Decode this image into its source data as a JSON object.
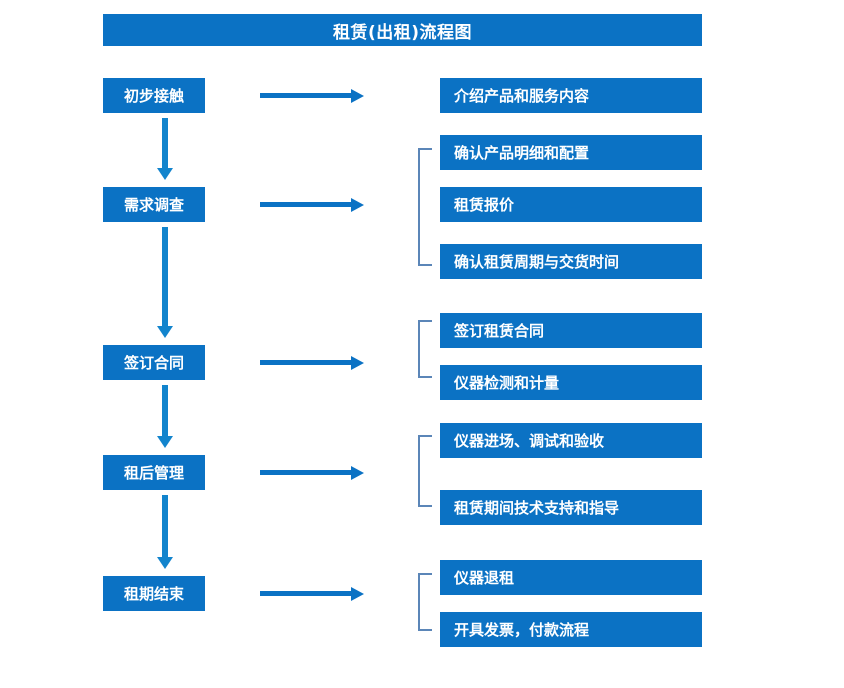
{
  "title": "租赁(出租)流程图",
  "theme": {
    "box_fill": "#0b72c4",
    "box_text": "#ffffff",
    "arrow": "#0b72c4",
    "down_arrow": "#1284cd",
    "bracket": "#5b86b8",
    "background": "#ffffff"
  },
  "stages": [
    {
      "label": "初步接触"
    },
    {
      "label": "需求调查"
    },
    {
      "label": "签订合同"
    },
    {
      "label": "租后管理"
    },
    {
      "label": "租期结束"
    }
  ],
  "details": [
    {
      "label": "介绍产品和服务内容"
    },
    {
      "label": "确认产品明细和配置"
    },
    {
      "label": "租赁报价"
    },
    {
      "label": "确认租赁周期与交货时间"
    },
    {
      "label": "签订租赁合同"
    },
    {
      "label": "仪器检测和计量"
    },
    {
      "label": "仪器进场、调试和验收"
    },
    {
      "label": "租赁期间技术支持和指导"
    },
    {
      "label": "仪器退租"
    },
    {
      "label": "开具发票，付款流程"
    }
  ]
}
